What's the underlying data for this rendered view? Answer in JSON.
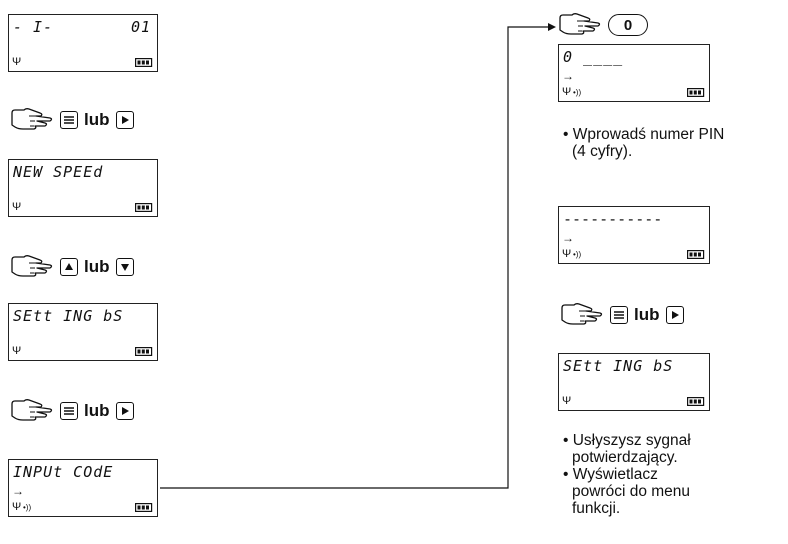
{
  "left_column": {
    "display1": {
      "text": "- I-",
      "number": "01"
    },
    "step1": {
      "lub": "lub"
    },
    "display2": {
      "text": "NEW SPEEd"
    },
    "step2": {
      "lub": "lub"
    },
    "display3": {
      "text": "SEtt ING bS"
    },
    "step3": {
      "lub": "lub"
    },
    "display4": {
      "text": "INPUt COdE"
    }
  },
  "right_column": {
    "step_zero": {
      "key_label": "0"
    },
    "display5": {
      "text": "0 ____"
    },
    "note1": {
      "line1": "• Wprowadś numer PIN",
      "line2": "(4 cyfry)."
    },
    "display6": {
      "text": "-----------"
    },
    "step4": {
      "lub": "lub"
    },
    "display7": {
      "text": "SEtt ING bS"
    },
    "note2": {
      "item1_line1": "• Usłyszysz sygnał",
      "item1_line2": "potwierdzający.",
      "item2_line1": "• Wyświetlacz",
      "item2_line2": "powróci do menu",
      "item2_line3": "funkcji."
    }
  },
  "icons": {
    "hand": "hand-pointing-icon",
    "menu": "menu-key-icon",
    "play": "play-key-icon",
    "up": "up-key-icon",
    "down": "down-key-icon",
    "antenna": "antenna-icon",
    "signal": "signal-icon",
    "battery": "battery-icon",
    "enter": "enter-arrow-icon"
  }
}
